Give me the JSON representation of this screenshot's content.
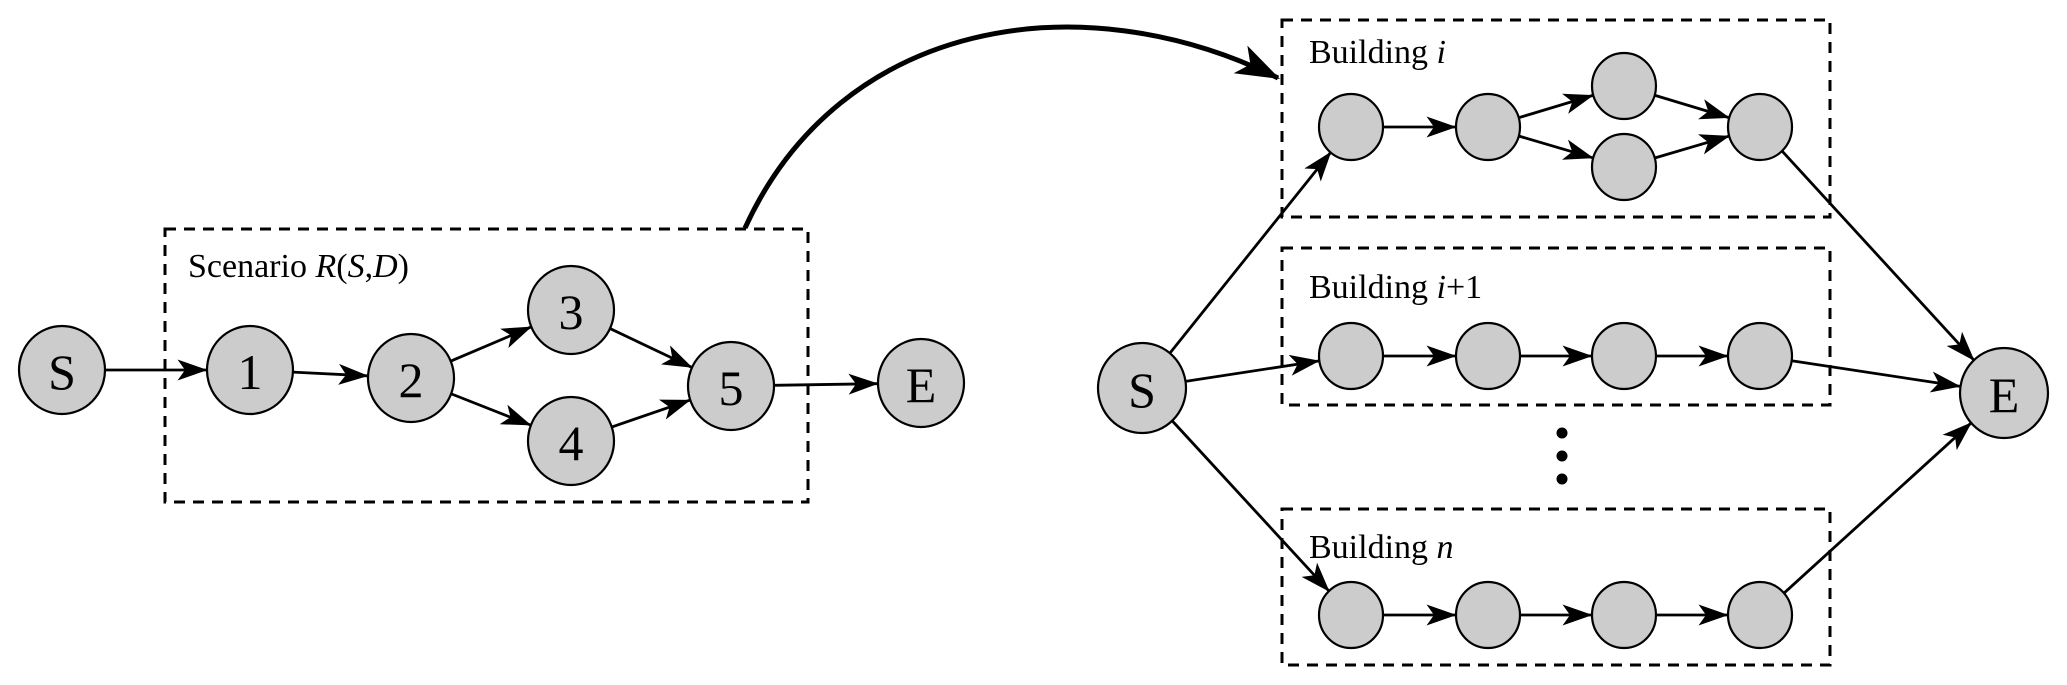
{
  "figure": {
    "left_panel": {
      "scenario_label": {
        "prefix": "Scenario ",
        "func": "R",
        "open": "(",
        "arg1": "S",
        "comma": ",",
        "arg2": "D",
        "close": ")"
      },
      "nodes": [
        {
          "id": "S",
          "label": "S"
        },
        {
          "id": "n1",
          "label": "1"
        },
        {
          "id": "n2",
          "label": "2"
        },
        {
          "id": "n3",
          "label": "3"
        },
        {
          "id": "n4",
          "label": "4"
        },
        {
          "id": "n5",
          "label": "5"
        },
        {
          "id": "E",
          "label": "E"
        }
      ],
      "edges": [
        [
          "S",
          "n1"
        ],
        [
          "n1",
          "n2"
        ],
        [
          "n2",
          "n3"
        ],
        [
          "n2",
          "n4"
        ],
        [
          "n3",
          "n5"
        ],
        [
          "n4",
          "n5"
        ],
        [
          "n5",
          "E"
        ]
      ]
    },
    "right_panel": {
      "source_label": "S",
      "sink_label": "E",
      "buildings": [
        {
          "prefix": "Building ",
          "var": "i",
          "suffix": "",
          "structure": "branching"
        },
        {
          "prefix": "Building ",
          "var": "i",
          "suffix": "+1",
          "structure": "chain"
        },
        {
          "prefix": "Building ",
          "var": "n",
          "suffix": "",
          "structure": "chain"
        }
      ],
      "ellipsis": "vertical-dots"
    },
    "connector": "curved-arrow-scenario-to-building-i"
  }
}
